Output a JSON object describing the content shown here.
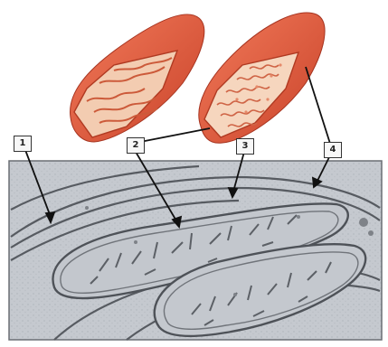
{
  "diagram": {
    "callouts": [
      {
        "id": "1",
        "text": "1"
      },
      {
        "id": "2",
        "text": "2"
      },
      {
        "id": "3",
        "text": "3"
      },
      {
        "id": "4",
        "text": "4"
      }
    ],
    "colors": {
      "organelle_fill": "#e35a3c",
      "organelle_dark": "#b8341f",
      "organelle_inner": "#f6d0b4",
      "micrograph_bg": "#c9cdd3",
      "membrane": "#50545a",
      "leader": "#111111"
    }
  }
}
